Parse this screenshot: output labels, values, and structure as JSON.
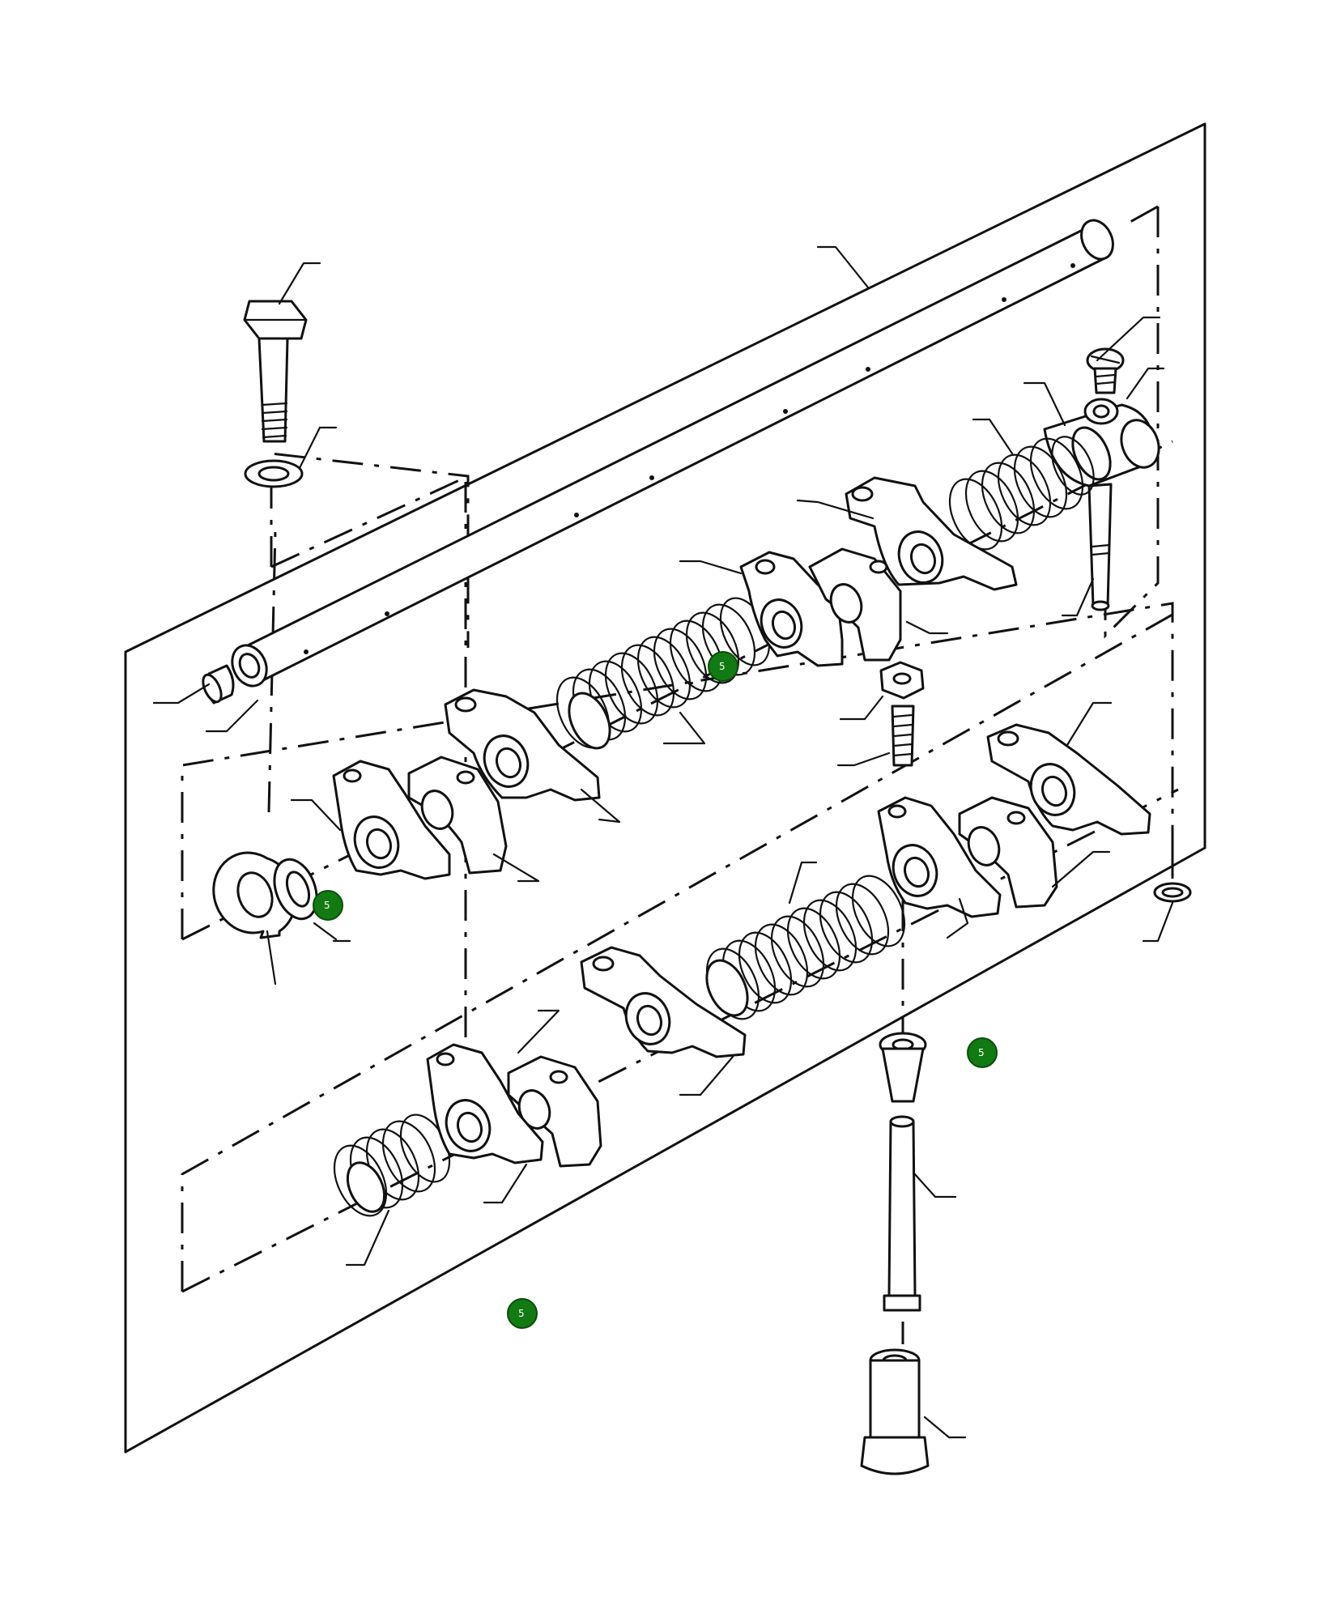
{
  "diagram": {
    "callouts": [
      {
        "id": "callout-a",
        "label": "5"
      },
      {
        "id": "callout-b",
        "label": "5"
      },
      {
        "id": "callout-c",
        "label": "5"
      },
      {
        "id": "callout-d",
        "label": "5"
      }
    ]
  },
  "colors": {
    "callout_fill": "#127a12",
    "line_art": "#111111",
    "background": "#ffffff"
  }
}
